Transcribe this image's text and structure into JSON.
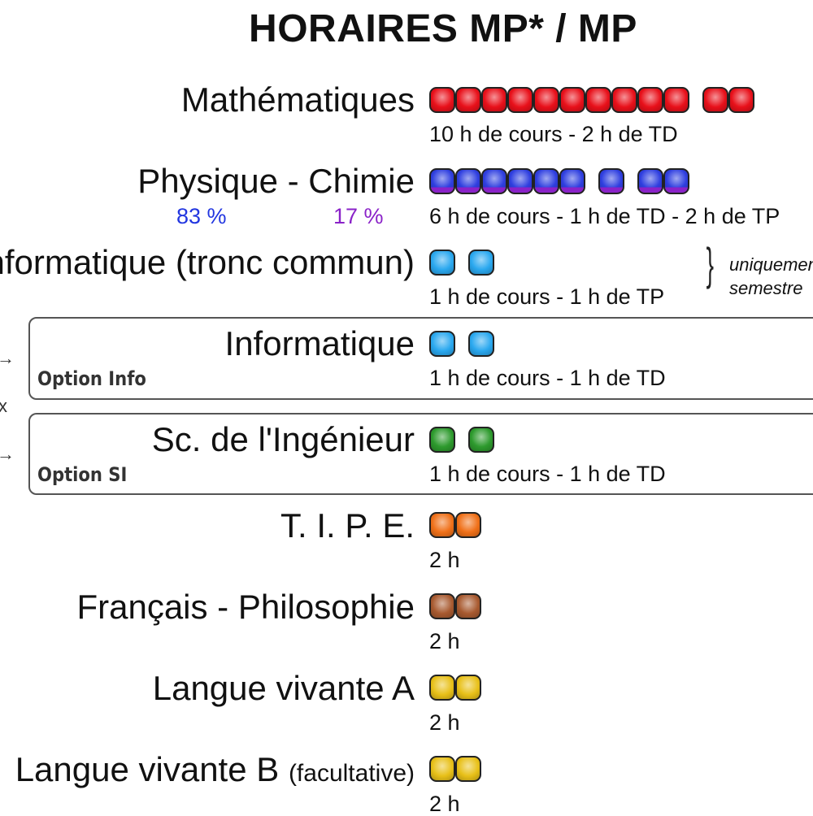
{
  "title": "HORAIRES MP* / MP",
  "colors": {
    "maths": "#e8101a",
    "physique": "#2f3fe0",
    "chimie": "#8a22c8",
    "info": "#2aa8ef",
    "si": "#2d9a2d",
    "tipe": "#f07018",
    "francais": "#a85a30",
    "langue": "#e8c018"
  },
  "rows": {
    "maths": {
      "subject": "Mathématiques",
      "hours": "10 h de cours - 2 h de TD"
    },
    "physique": {
      "subject": "Physique - Chimie",
      "hours": "6 h de cours - 1 h de TD - 2 h de TP",
      "pct_physique": "83 %",
      "pct_chimie": "17 %"
    },
    "info_tc": {
      "subject": "Informatique (tronc commun)",
      "hours": "1 h de cours - 1 h de TP",
      "note_line1": "uniquement",
      "note_line2": "semestre"
    },
    "option_info": {
      "subject": "Informatique",
      "hours": "1 h de cours - 1 h de TD",
      "option_label": "Option Info"
    },
    "option_si": {
      "subject": "Sc. de l'Ingénieur",
      "hours": "1 h de cours - 1 h de TD",
      "option_label": "Option SI"
    },
    "tipe": {
      "subject": "T. I. P. E.",
      "hours": "2 h"
    },
    "francais": {
      "subject": "Français - Philosophie",
      "hours": "2 h"
    },
    "lva": {
      "subject": "Langue vivante A",
      "hours": "2 h"
    },
    "lvb": {
      "subject": "Langue vivante B",
      "subject_suffix": "(facultative)",
      "hours": "2 h"
    }
  },
  "option_choice": {
    "arrow": "→",
    "ou": "x"
  },
  "blocks": {
    "maths": [
      10,
      2
    ],
    "physique": [
      6,
      1,
      2
    ],
    "info_tc": [
      1,
      1
    ],
    "option_info": [
      1,
      1
    ],
    "option_si": [
      1,
      1
    ],
    "tipe": [
      2
    ],
    "francais": [
      2
    ],
    "lva": [
      2
    ],
    "lvb": [
      2
    ]
  }
}
